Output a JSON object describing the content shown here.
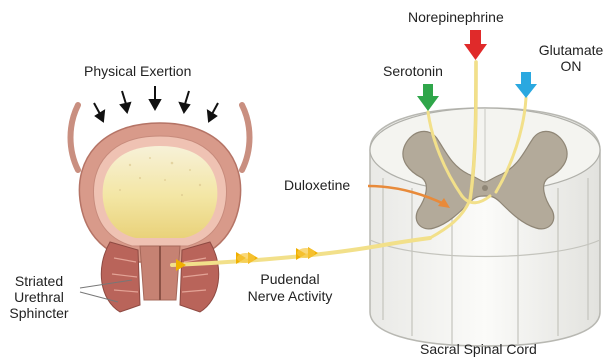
{
  "labels": {
    "physical_exertion": "Physical Exertion",
    "norepinephrine": "Norepinephrine",
    "serotonin": "Serotonin",
    "glutamate": "Glutamate",
    "glutamate_state": "ON",
    "duloxetine": "Duloxetine",
    "pudendal_line1": "Pudendal",
    "pudendal_line2": "Nerve Activity",
    "sphincter_line1": "Striated",
    "sphincter_line2": "Urethral",
    "sphincter_line3": "Sphincter",
    "spinal_cord": "Sacral Spinal Cord"
  },
  "colors": {
    "norepinephrine_arrow": "#e02a2a",
    "serotonin_arrow": "#2fa64a",
    "glutamate_arrow": "#2aa8e0",
    "nerve_fiber": "#f2e08a",
    "pudendal_signal": "#f0b000",
    "duloxetine_arrow": "#e88a3a",
    "bladder_wall": "#d89a8a",
    "bladder_fill": "#f3e9a8",
    "grey_matter": "#b3aa9a"
  }
}
